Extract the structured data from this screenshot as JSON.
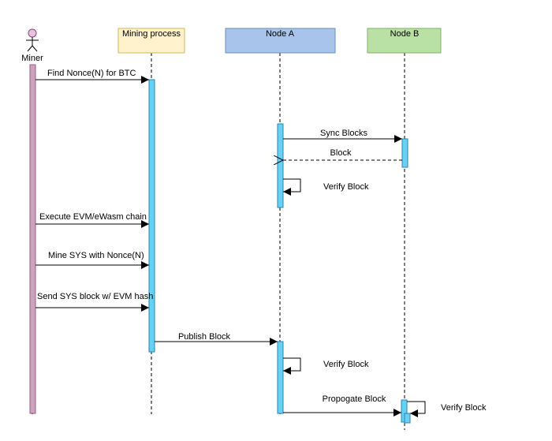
{
  "participants": {
    "miner": {
      "label": "Miner"
    },
    "mining": {
      "label": "Mining process",
      "fill": "#fff2cc",
      "stroke": "#d6b656"
    },
    "nodeA": {
      "label": "Node A",
      "fill": "#a9c4eb",
      "stroke": "#6c8ebf"
    },
    "nodeB": {
      "label": "Node B",
      "fill": "#b9e0a5",
      "stroke": "#82b366"
    }
  },
  "colors": {
    "miner_activation": "#cda2be",
    "activation": "#68d0f0"
  },
  "messages": {
    "find_nonce": "Find Nonce(N) for BTC",
    "sync_blocks": "Sync Blocks",
    "block": "Block",
    "verify_block_a1": "Verify Block",
    "execute_evm": "Execute EVM/eWasm chain",
    "mine_sys": "Mine SYS with Nonce(N)",
    "send_sys": "Send SYS block w/ EVM hash",
    "publish_block": "Publish Block",
    "verify_block_a2": "Verify Block",
    "propagate_block": "Propogate Block",
    "verify_block_b": "Verify Block"
  }
}
